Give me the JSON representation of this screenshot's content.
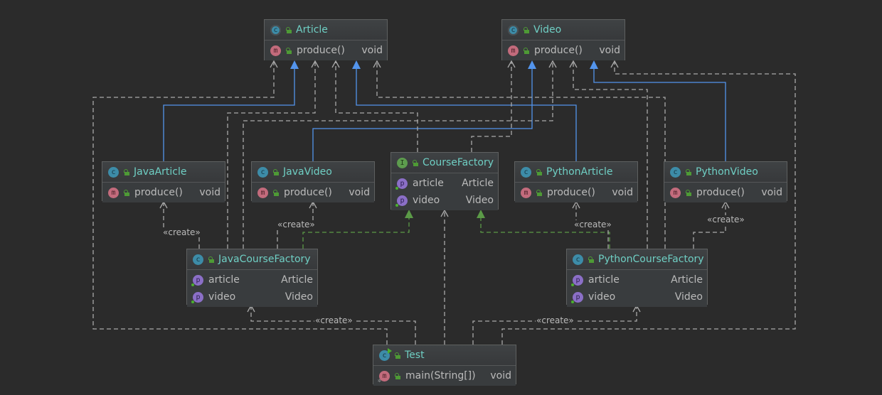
{
  "diagram": {
    "nodes": {
      "article": {
        "kind": "abstract-class",
        "name": "Article",
        "members": [
          {
            "kind": "method",
            "name": "produce()",
            "type": "void"
          }
        ]
      },
      "video": {
        "kind": "abstract-class",
        "name": "Video",
        "members": [
          {
            "kind": "method",
            "name": "produce()",
            "type": "void"
          }
        ]
      },
      "javaArticle": {
        "kind": "class",
        "name": "JavaArticle",
        "members": [
          {
            "kind": "method",
            "name": "produce()",
            "type": "void"
          }
        ]
      },
      "javaVideo": {
        "kind": "class",
        "name": "JavaVideo",
        "members": [
          {
            "kind": "method",
            "name": "produce()",
            "type": "void"
          }
        ]
      },
      "courseFactory": {
        "kind": "interface",
        "name": "CourseFactory",
        "members": [
          {
            "kind": "property",
            "name": "article",
            "type": "Article"
          },
          {
            "kind": "property",
            "name": "video",
            "type": "Video"
          }
        ]
      },
      "pythonArticle": {
        "kind": "class",
        "name": "PythonArticle",
        "members": [
          {
            "kind": "method",
            "name": "produce()",
            "type": "void"
          }
        ]
      },
      "pythonVideo": {
        "kind": "class",
        "name": "PythonVideo",
        "members": [
          {
            "kind": "method",
            "name": "produce()",
            "type": "void"
          }
        ]
      },
      "javaCourseFactory": {
        "kind": "class",
        "name": "JavaCourseFactory",
        "members": [
          {
            "kind": "property",
            "name": "article",
            "type": "Article"
          },
          {
            "kind": "property",
            "name": "video",
            "type": "Video"
          }
        ]
      },
      "pythonCourseFactory": {
        "kind": "class",
        "name": "PythonCourseFactory",
        "members": [
          {
            "kind": "property",
            "name": "article",
            "type": "Article"
          },
          {
            "kind": "property",
            "name": "video",
            "type": "Video"
          }
        ]
      },
      "test": {
        "kind": "runnable-class",
        "name": "Test",
        "members": [
          {
            "kind": "static-method",
            "name": "main(String[])",
            "type": "void"
          }
        ]
      }
    },
    "badges": {
      "class": "c",
      "interface": "I",
      "method": "m",
      "property": "p"
    },
    "labels": {
      "create": "«create»"
    },
    "edges": [
      {
        "from": "JavaArticle",
        "to": "Article",
        "type": "extends"
      },
      {
        "from": "JavaVideo",
        "to": "Video",
        "type": "extends"
      },
      {
        "from": "PythonArticle",
        "to": "Article",
        "type": "extends"
      },
      {
        "from": "PythonVideo",
        "to": "Video",
        "type": "extends"
      },
      {
        "from": "JavaCourseFactory",
        "to": "CourseFactory",
        "type": "implements"
      },
      {
        "from": "PythonCourseFactory",
        "to": "CourseFactory",
        "type": "implements"
      },
      {
        "from": "JavaCourseFactory",
        "to": "JavaArticle",
        "type": "create"
      },
      {
        "from": "JavaCourseFactory",
        "to": "JavaVideo",
        "type": "create"
      },
      {
        "from": "PythonCourseFactory",
        "to": "PythonArticle",
        "type": "create"
      },
      {
        "from": "PythonCourseFactory",
        "to": "PythonVideo",
        "type": "create"
      },
      {
        "from": "Test",
        "to": "JavaCourseFactory",
        "type": "create"
      },
      {
        "from": "Test",
        "to": "PythonCourseFactory",
        "type": "create"
      },
      {
        "from": "CourseFactory",
        "to": "Article",
        "type": "dependency"
      },
      {
        "from": "CourseFactory",
        "to": "Video",
        "type": "dependency"
      },
      {
        "from": "JavaCourseFactory",
        "to": "Article",
        "type": "dependency"
      },
      {
        "from": "JavaCourseFactory",
        "to": "Video",
        "type": "dependency"
      },
      {
        "from": "PythonCourseFactory",
        "to": "Article",
        "type": "dependency"
      },
      {
        "from": "PythonCourseFactory",
        "to": "Video",
        "type": "dependency"
      },
      {
        "from": "Test",
        "to": "Article",
        "type": "dependency"
      },
      {
        "from": "Test",
        "to": "Video",
        "type": "dependency"
      },
      {
        "from": "Test",
        "to": "CourseFactory",
        "type": "dependency"
      }
    ],
    "colors": {
      "background": "#2b2b2b",
      "extends": "#5394ec",
      "implements": "#5b9a47",
      "dependency": "#a9a9a9",
      "title": "#6fcfc4"
    }
  }
}
